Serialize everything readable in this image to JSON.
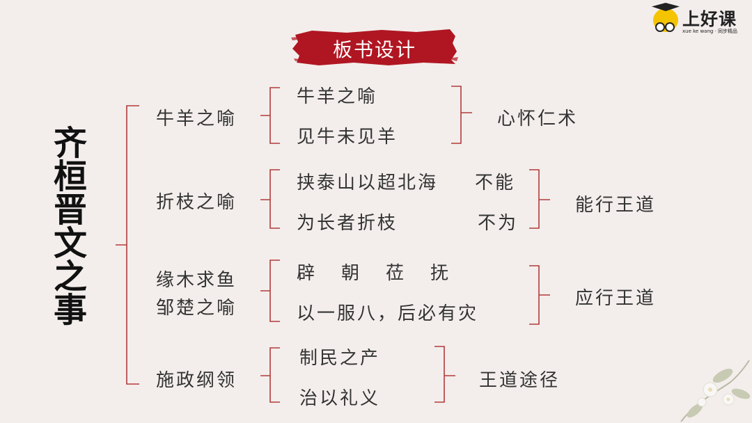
{
  "logo": {
    "title": "上好课",
    "subtitle": "xue ke wang · 同步精品",
    "icon": "owl-mascot-icon"
  },
  "banner": {
    "title": "板书设计"
  },
  "main_title": "齐桓晋文之事",
  "sections": [
    {
      "topic": "牛羊之喻",
      "items": [
        "牛羊之喻",
        "见牛未见羊"
      ],
      "conclusion": "心怀仁术"
    },
    {
      "topic": "折枝之喻",
      "items": [
        "挟泰山以超北海",
        "为长者折枝"
      ],
      "item_notes": [
        "不能",
        "不为"
      ],
      "conclusion": "能行王道"
    },
    {
      "topic_lines": [
        "缘木求鱼",
        "邹楚之喻"
      ],
      "items": [
        "辟　朝　莅　抚",
        "以一服八，后必有灾"
      ],
      "conclusion": "应行王道"
    },
    {
      "topic": "施政纲领",
      "items": [
        "制民之产",
        "治以礼义"
      ],
      "conclusion": "王道途径"
    }
  ],
  "colors": {
    "background": "#f3eeec",
    "banner": "#b01622",
    "bracket": "#b23a3a"
  }
}
